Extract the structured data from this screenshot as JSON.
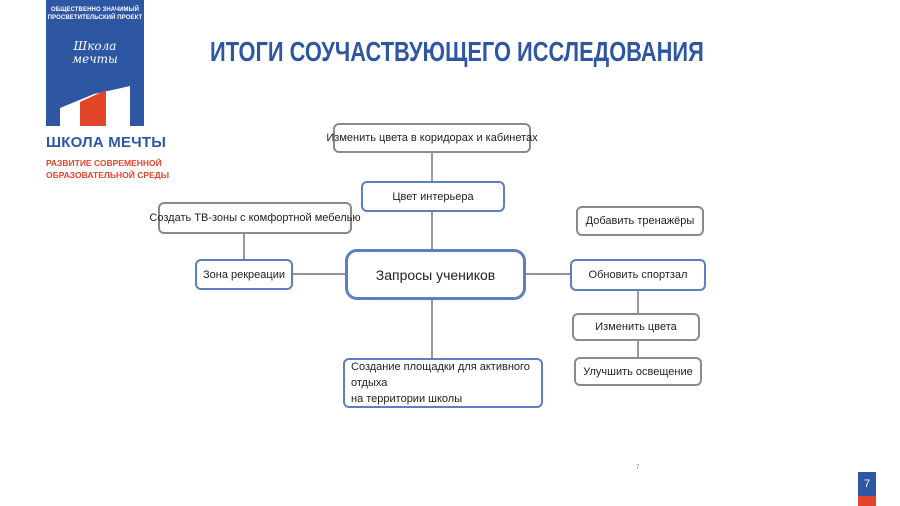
{
  "logo": {
    "tagline": [
      "ОБЩЕСТВЕННО ЗНАЧИМЫЙ",
      "ПРОСВЕТИТЕЛЬСКИЙ ПРОЕКТ"
    ],
    "script": [
      "Школа",
      "мечты"
    ],
    "brand": "ШКОЛА МЕЧТЫ",
    "subtitle": [
      "РАЗВИТИЕ СОВРЕМЕННОЙ",
      "ОБРАЗОВАТЕЛЬНОЙ СРЕДЫ"
    ]
  },
  "title": "ИТОГИ СОУЧАСТВУЮЩЕГО ИССЛЕДОВАНИЯ",
  "diagram": {
    "center": "Запросы учеников",
    "interior_color": "Цвет интерьера",
    "change_corridor_colors": "Изменить цвета в коридорах и кабинетах",
    "tv_zones": "Создать ТВ-зоны с комфортной мебелью",
    "recreation_zone": "Зона рекреации",
    "active_area": [
      "Создание площадки для активного отдыха",
      "на территории школы"
    ],
    "add_trainers": "Добавить тренажёры",
    "update_gym": "Обновить спортзал",
    "change_colors": "Изменить цвета",
    "improve_lighting": "Улучшить освещение"
  },
  "footer": {
    "small_page_number": "7",
    "page_number": "7"
  },
  "colors": {
    "brand_blue": "#2d56a3",
    "brand_red": "#e2452a",
    "node_blue": "#5b7fc0",
    "node_gray": "#8a8a8a"
  }
}
